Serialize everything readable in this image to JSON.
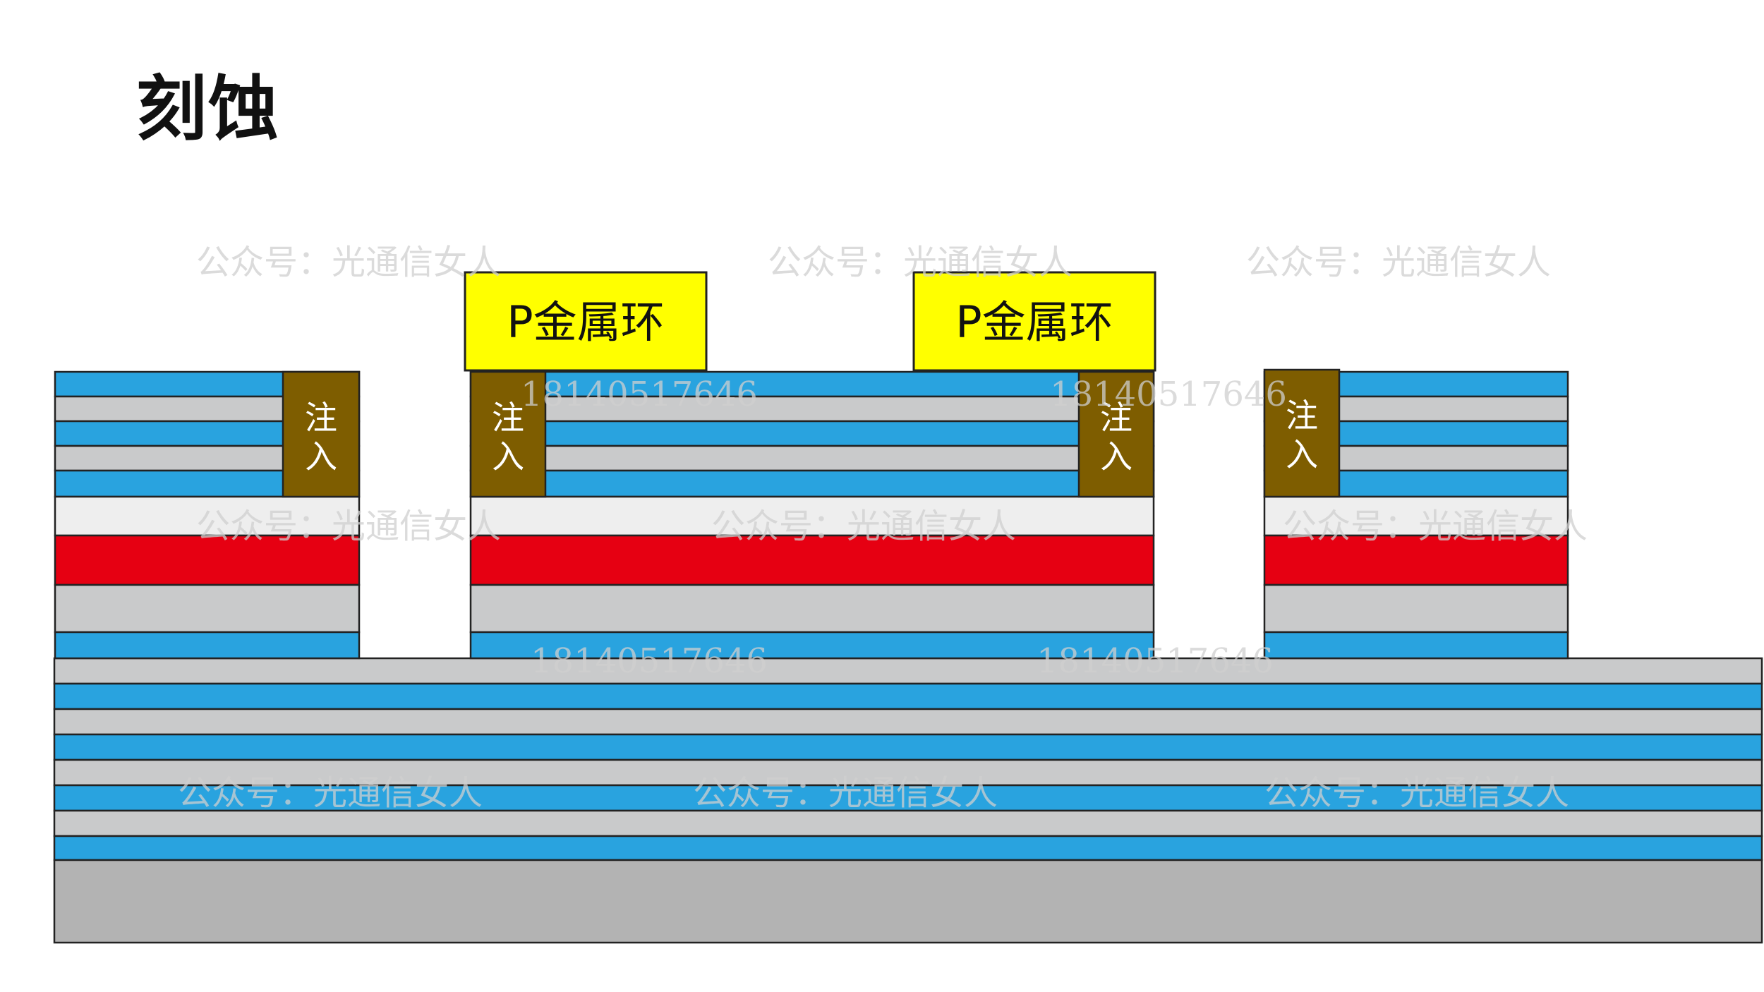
{
  "title": "刻蚀",
  "labels": {
    "metal_ring": "P金属环",
    "implant_top": "注",
    "implant_bottom": "入"
  },
  "watermarks": {
    "account": "公众号：光通信女人",
    "phone": "18140517646"
  },
  "colors": {
    "blue_layer": "#29a3df",
    "gray_layer": "#c9cacb",
    "light_layer": "#eeeeee",
    "active_layer": "#e60012",
    "substrate": "#b3b3b3",
    "implant": "#7e5d00",
    "metal_ring": "#ffff00"
  }
}
